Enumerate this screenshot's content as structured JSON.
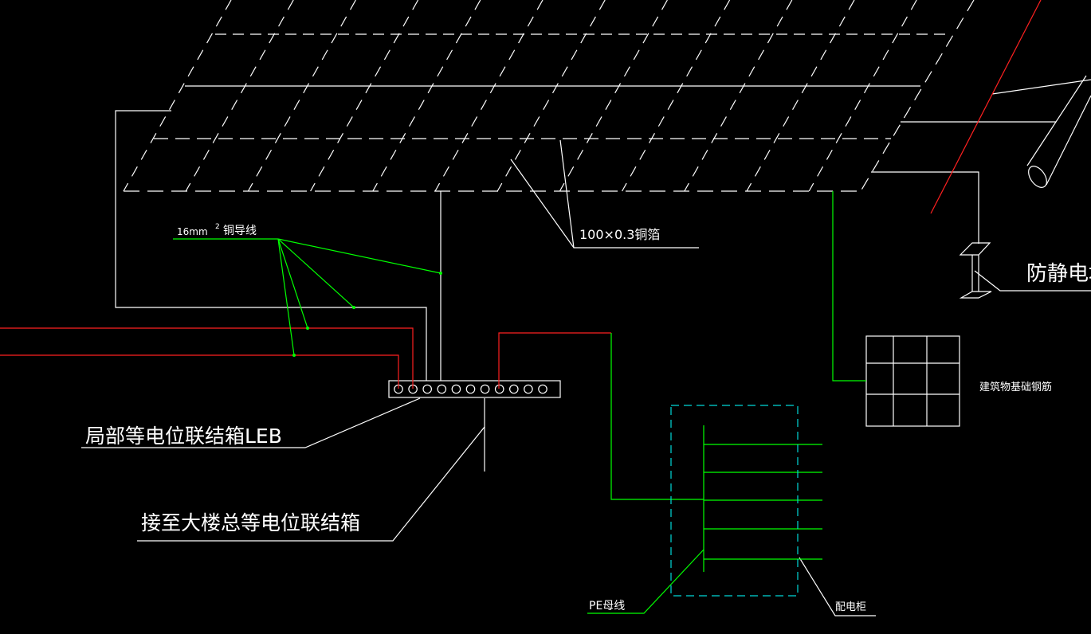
{
  "labels": {
    "wire_size": "16mm",
    "wire_sup": "2",
    "wire_type": "铜导线",
    "foil": "100×0.3铜箔",
    "floor_plate": "防静电地板",
    "leb": "局部等电位联结箱LEB",
    "meb": "接至大楼总等电位联结箱",
    "foundation": "建筑物基础钢筋",
    "pe_bus": "PE母线",
    "cabinet": "配电柜"
  },
  "colors": {
    "background": "#000000",
    "line": "#ffffff",
    "conductor_green": "#00ff00",
    "conductor_red": "#ff2020",
    "cabinet_outline": "#00d8d8"
  }
}
